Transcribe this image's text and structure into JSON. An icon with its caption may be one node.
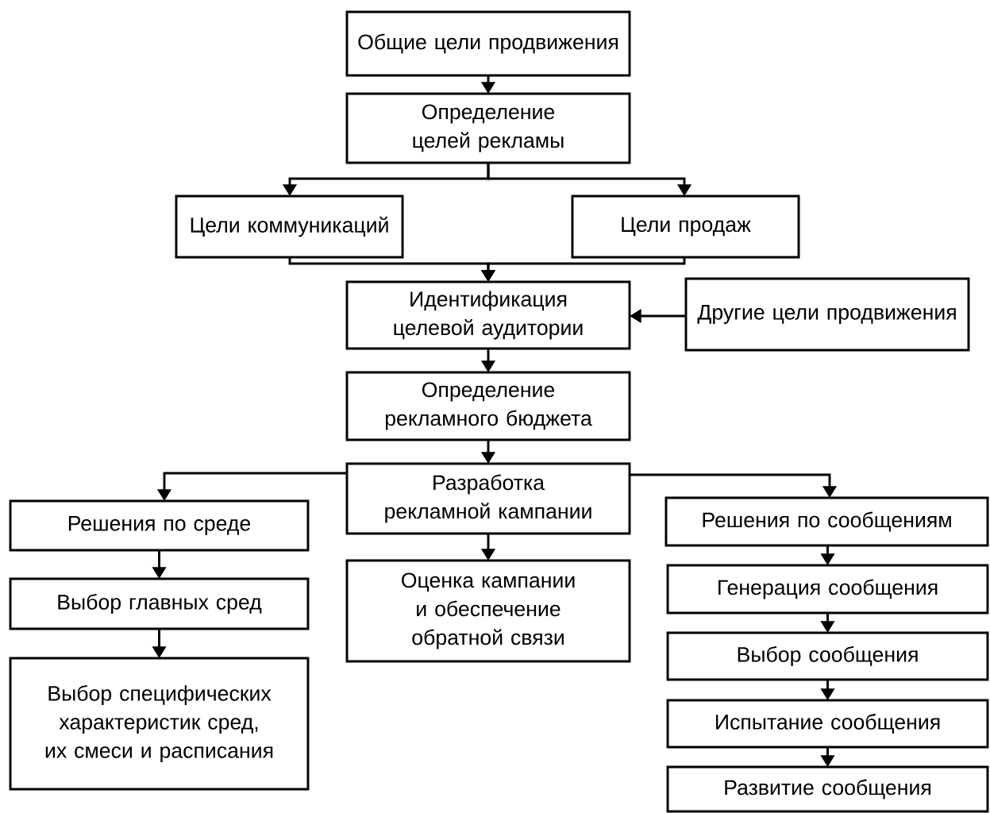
{
  "diagram": {
    "nodes": [
      {
        "text": [
          "Общие цели продвижения"
        ]
      },
      {
        "text": [
          "Определение целей рекламы"
        ]
      },
      {
        "text": [
          "Цели коммуникаций"
        ]
      },
      {
        "text": [
          "Цели продаж"
        ]
      },
      {
        "text": [
          "Идентификация целевой аудитории"
        ]
      },
      {
        "text": [
          "Другие цели продвижения"
        ]
      },
      {
        "text": [
          "Определение рекламного бюджета"
        ]
      },
      {
        "text": [
          "Разработка рекламной кампании"
        ]
      },
      {
        "text": [
          "Решения по среде"
        ]
      },
      {
        "text": [
          "Выбор главных сред"
        ]
      },
      {
        "text": [
          "Выбор специфических характеристик сред, их смеси и расписания"
        ]
      },
      {
        "text": [
          "Оценка кампании и обеспечение обратной связи"
        ]
      },
      {
        "text": [
          "Решения по сообщениям"
        ]
      },
      {
        "text": [
          "Генерация сообщения"
        ]
      },
      {
        "text": [
          "Выбор сообщения"
        ]
      },
      {
        "text": [
          "Испытание сообщения"
        ]
      },
      {
        "text": [
          "Развитие сообщения"
        ]
      }
    ],
    "edges": [
      {
        "from": 0,
        "to": 1,
        "arrow": "to"
      },
      {
        "from": 1,
        "to": 2,
        "arrow": "to"
      },
      {
        "from": 1,
        "to": 3,
        "arrow": "to"
      },
      {
        "from": 2,
        "to": 4,
        "arrow": "to"
      },
      {
        "from": 3,
        "to": 4,
        "arrow": "to"
      },
      {
        "from": 5,
        "to": 4,
        "arrow": "to"
      },
      {
        "from": 4,
        "to": 6,
        "arrow": "to"
      },
      {
        "from": 6,
        "to": 7,
        "arrow": "to"
      },
      {
        "from": 7,
        "to": 8,
        "arrow": "to"
      },
      {
        "from": 7,
        "to": 11,
        "arrow": "to"
      },
      {
        "from": 7,
        "to": 12,
        "arrow": "to"
      },
      {
        "from": 8,
        "to": 9,
        "arrow": "to"
      },
      {
        "from": 9,
        "to": 10,
        "arrow": "to"
      },
      {
        "from": 12,
        "to": 13,
        "arrow": "to"
      },
      {
        "from": 13,
        "to": 14,
        "arrow": "to"
      },
      {
        "from": 14,
        "to": 15,
        "arrow": "to"
      },
      {
        "from": 15,
        "to": 16,
        "arrow": "to"
      }
    ]
  }
}
